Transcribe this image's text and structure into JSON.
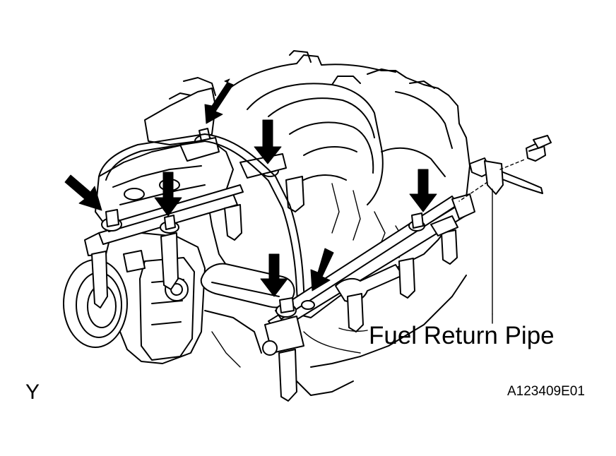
{
  "labels": {
    "callout": "Fuel Return Pipe",
    "view_letter": "Y",
    "figure_id": "A123409E01"
  },
  "icons": {
    "arrows": "bolt-location-arrow-icon",
    "bolt": "union-bolt-icon"
  },
  "colors": {
    "ink": "#000000",
    "paper": "#ffffff"
  }
}
